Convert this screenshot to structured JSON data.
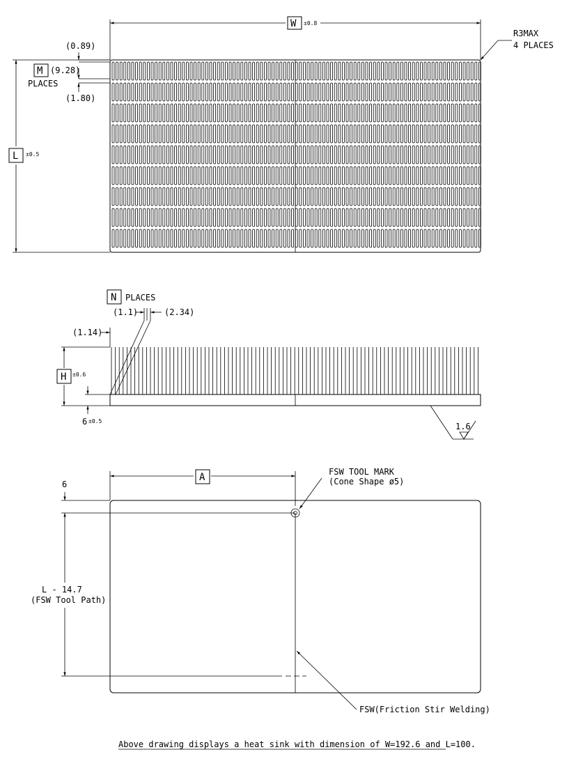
{
  "top_view": {
    "width_label": "W",
    "width_tol": "±0.8",
    "length_label": "L",
    "length_tol": "±0.5",
    "corner_note_line1": "R3MAX",
    "corner_note_line2": "4 PLACES",
    "dim_top_gap": "(0.89)",
    "pin_pitch_label": "M",
    "pin_pitch_value": "(9.28)",
    "pin_places": "PLACES",
    "dim_row_gap": "(1.80)"
  },
  "side_view": {
    "count_label": "N",
    "count_places": "PLACES",
    "fin_thickness": "(1.1)",
    "fin_pitch": "(2.34)",
    "edge_offset": "(1.14)",
    "height_label": "H",
    "height_tol": "±0.6",
    "base_value": "6",
    "base_tol": "±0.5",
    "surface_finish": "1.6"
  },
  "bottom_view": {
    "offset_value": "6",
    "section_label": "A",
    "tool_mark_line1": "FSW TOOL MARK",
    "tool_mark_line2": "(Cone Shape ø5)",
    "path_line1": "L - 14.7",
    "path_line2": "(FSW Tool Path)",
    "weld_note": "FSW(Friction Stir Welding)"
  },
  "caption": "Above drawing displays a heat sink with dimension of W=192.6 and L=100."
}
